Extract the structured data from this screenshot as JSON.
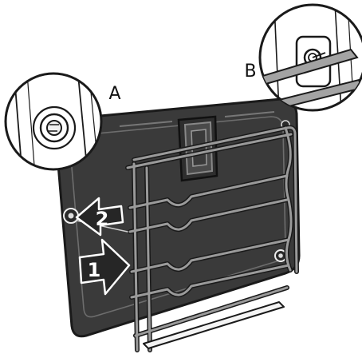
{
  "labels": {
    "callout_a": "A",
    "callout_b": "B",
    "arrow_1": "1",
    "arrow_2": "2"
  },
  "colors": {
    "panel": "#3a3a3a",
    "panel_dark": "#2a2a2a",
    "rail": "#8a8a8a",
    "arrow_fill": "#262626",
    "outline": "#1a1a1a"
  }
}
